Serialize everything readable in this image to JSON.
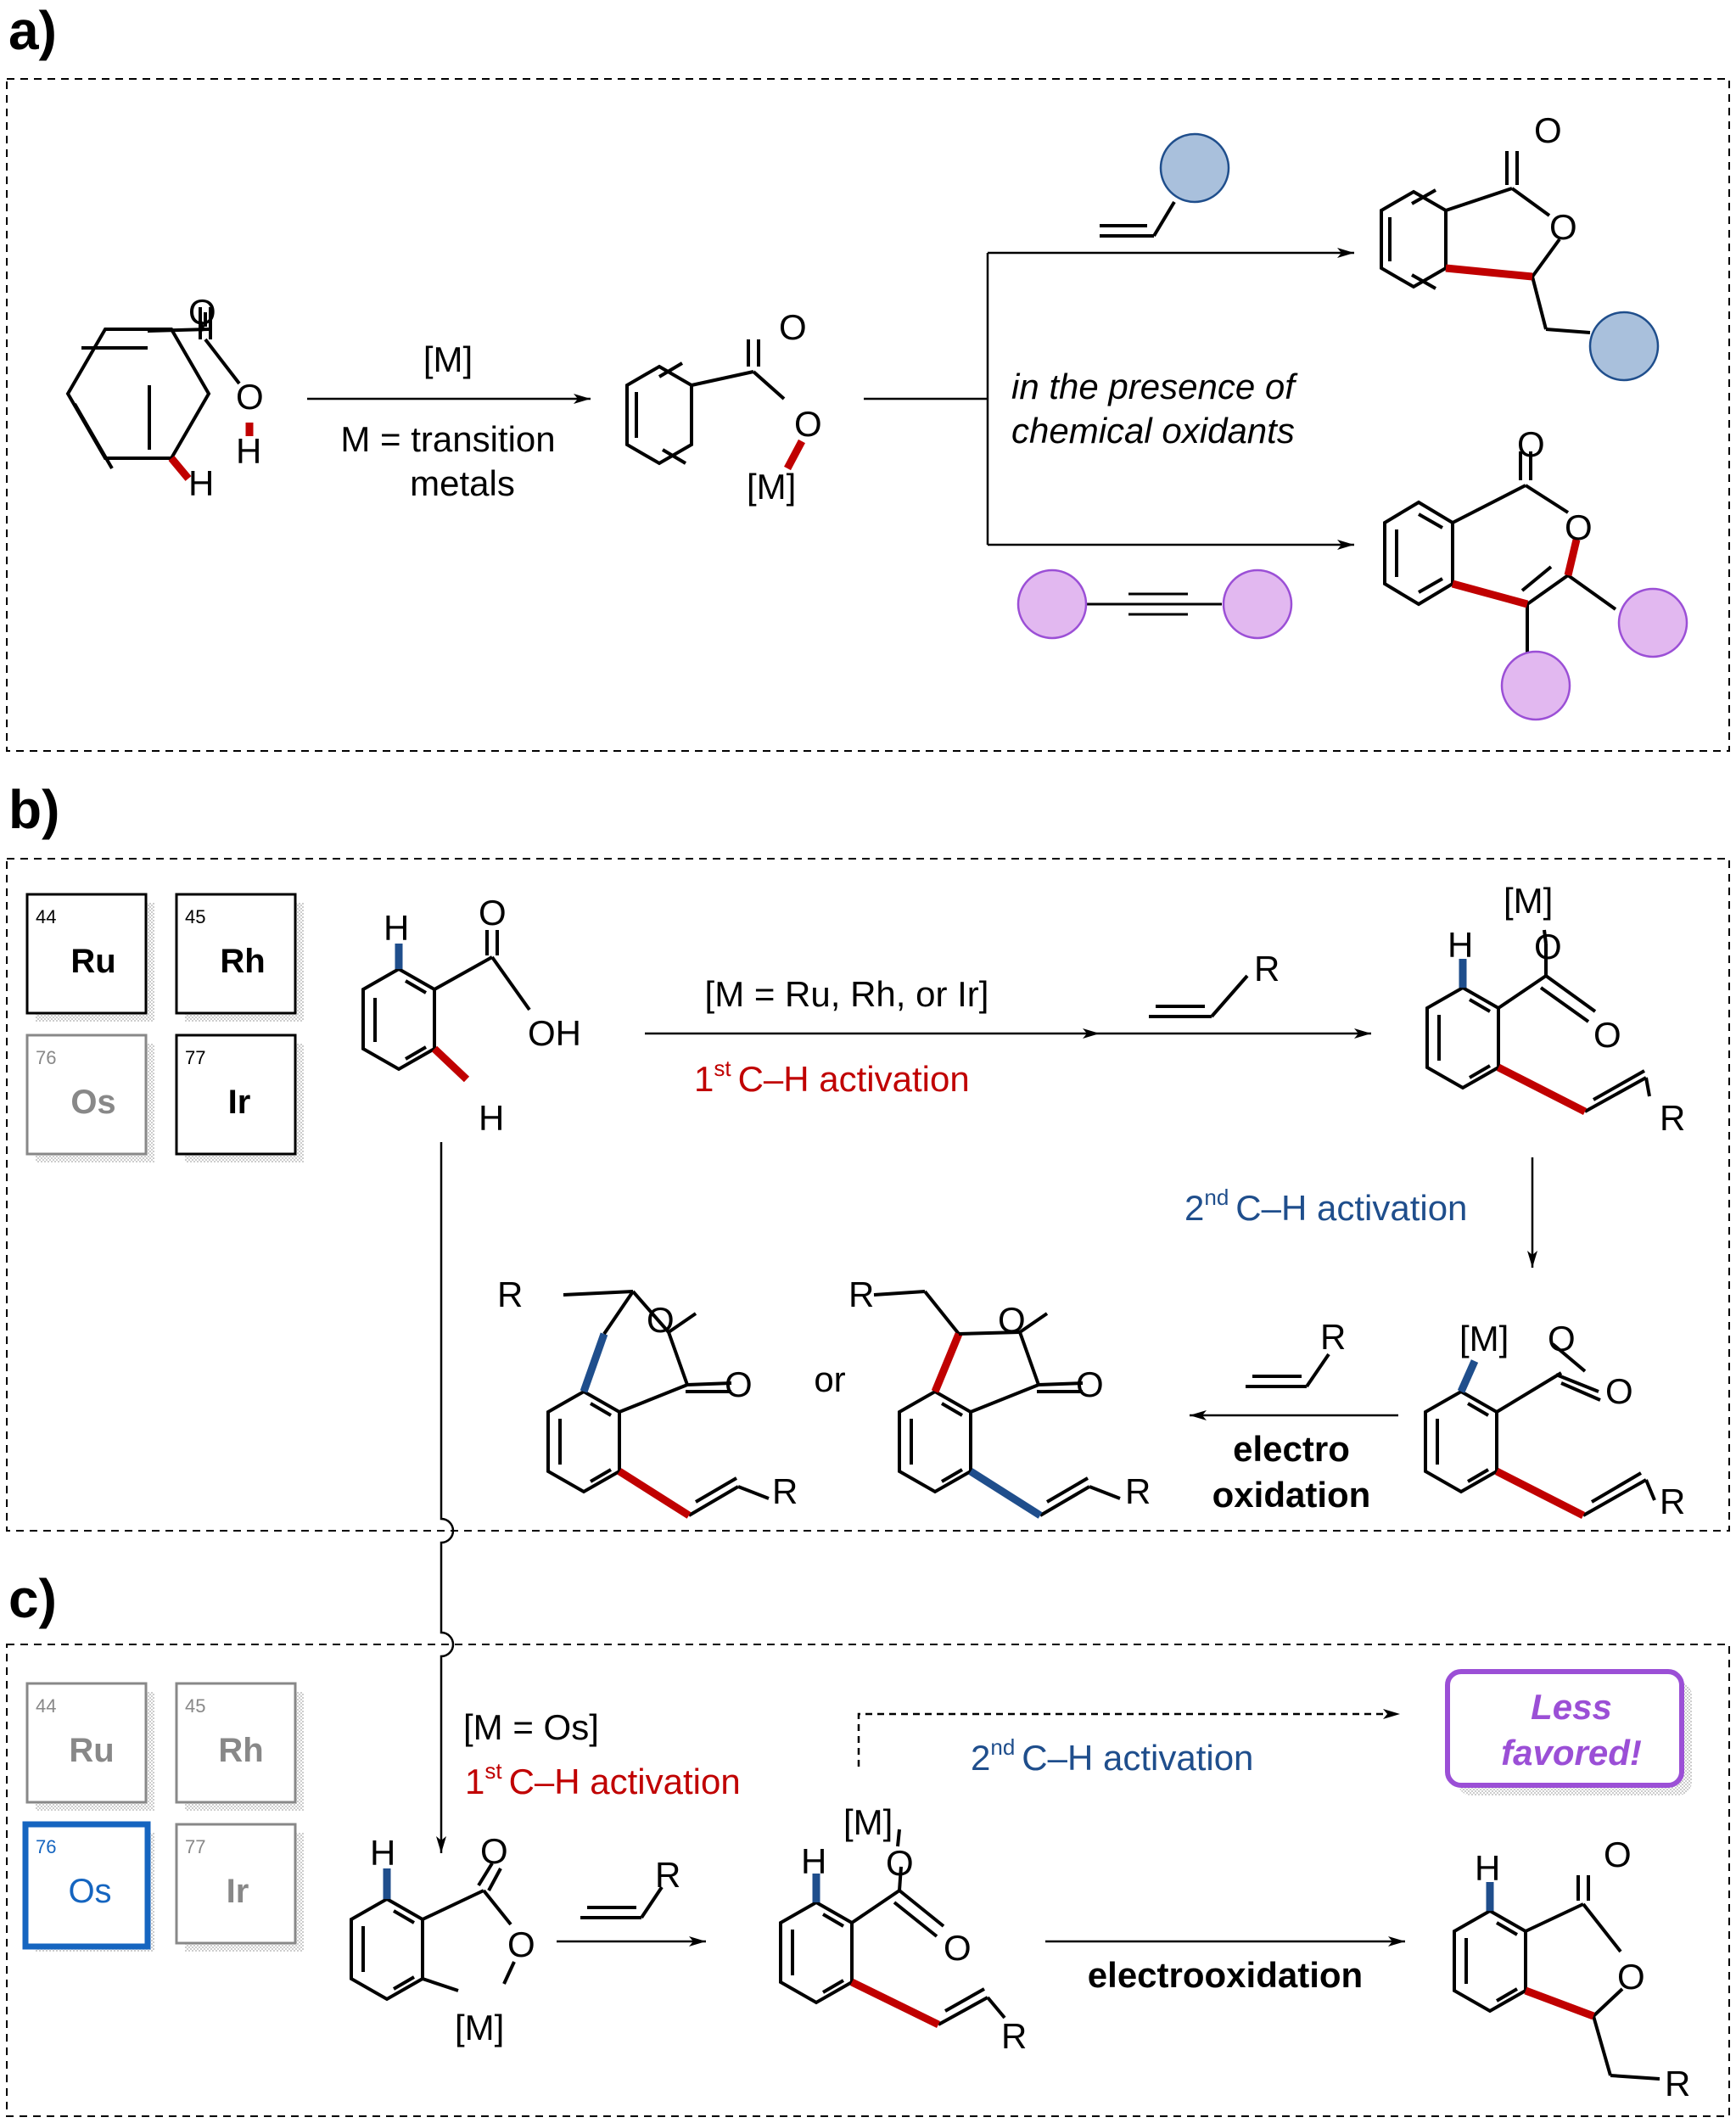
{
  "panels": {
    "a": {
      "letter": "a)",
      "H1": "H",
      "H2": "H",
      "O1": "O",
      "O2": "O",
      "reagent": "[M]",
      "condition_line1": "M = transition",
      "condition_line2": "metals",
      "intermediate_O1": "O",
      "intermediate_O2": "O",
      "intermediate_M": "[M]",
      "oxidant_line1": "in the presence of",
      "oxidant_line2": "chemical oxidants",
      "p1_O1": "O",
      "p1_O2": "O",
      "p2_O1": "O",
      "p2_O2": "O"
    },
    "b": {
      "letter": "b)",
      "elements": [
        {
          "number": "44",
          "symbol": "Ru"
        },
        {
          "number": "45",
          "symbol": "Rh"
        },
        {
          "number": "76",
          "symbol": "Os"
        },
        {
          "number": "77",
          "symbol": "Ir"
        }
      ],
      "sm_H1": "H",
      "sm_H2": "H",
      "sm_O": "O",
      "sm_OH": "OH",
      "reagent": "[M = Ru, Rh, or Ir]",
      "step1_label": "C–H activation",
      "step1_ord": "1",
      "step1_sup": "st",
      "alkene_R": "R",
      "int1_M": "[M]",
      "int1_O1": "O",
      "int1_O2": "O",
      "int1_H": "H",
      "int1_R": "R",
      "step2_ord": "2",
      "step2_sup": "nd",
      "step2_label": "C–H activation",
      "int2_M": "[M]",
      "int2_O1": "O",
      "int2_O2": "O",
      "int2_R": "R",
      "alkene2_R": "R",
      "electro_line1": "electro",
      "electro_line2": "oxidation",
      "or": "or",
      "prodA_R1": "R",
      "prodA_O1": "O",
      "prodA_O2": "O",
      "prodA_R2": "R",
      "prodB_R1": "R",
      "prodB_O1": "O",
      "prodB_O2": "O",
      "prodB_R2": "R"
    },
    "c": {
      "letter": "c)",
      "elements": [
        {
          "number": "44",
          "symbol": "Ru"
        },
        {
          "number": "45",
          "symbol": "Rh"
        },
        {
          "number": "76",
          "symbol": "Os"
        },
        {
          "number": "77",
          "symbol": "Ir"
        }
      ],
      "reagent": "[M = Os]",
      "step1_ord": "1",
      "step1_sup": "st",
      "step1_label": "C–H activation",
      "int1_H": "H",
      "int1_O1": "O",
      "int1_O2": "O",
      "int1_M": "[M]",
      "alkene_R": "R",
      "int2_M": "[M]",
      "int2_O1": "O",
      "int2_O2": "O",
      "int2_H": "H",
      "int2_R": "R",
      "step2_ord": "2",
      "step2_sup": "nd",
      "step2_label": "C–H activation",
      "less_line1": "Less",
      "less_line2": "favored!",
      "electro": "electrooxidation",
      "prod_H": "H",
      "prod_O1": "O",
      "prod_O2": "O",
      "prod_R": "R"
    }
  },
  "colors": {
    "red": "#c00000",
    "blue": "#1f4e8c",
    "highlight_blue": "#1565c0",
    "purple": "#9b4fd6",
    "grey": "#888888",
    "steel_blue_circle": "#a9c0dc",
    "lilac_circle": "#e2b8f0"
  }
}
